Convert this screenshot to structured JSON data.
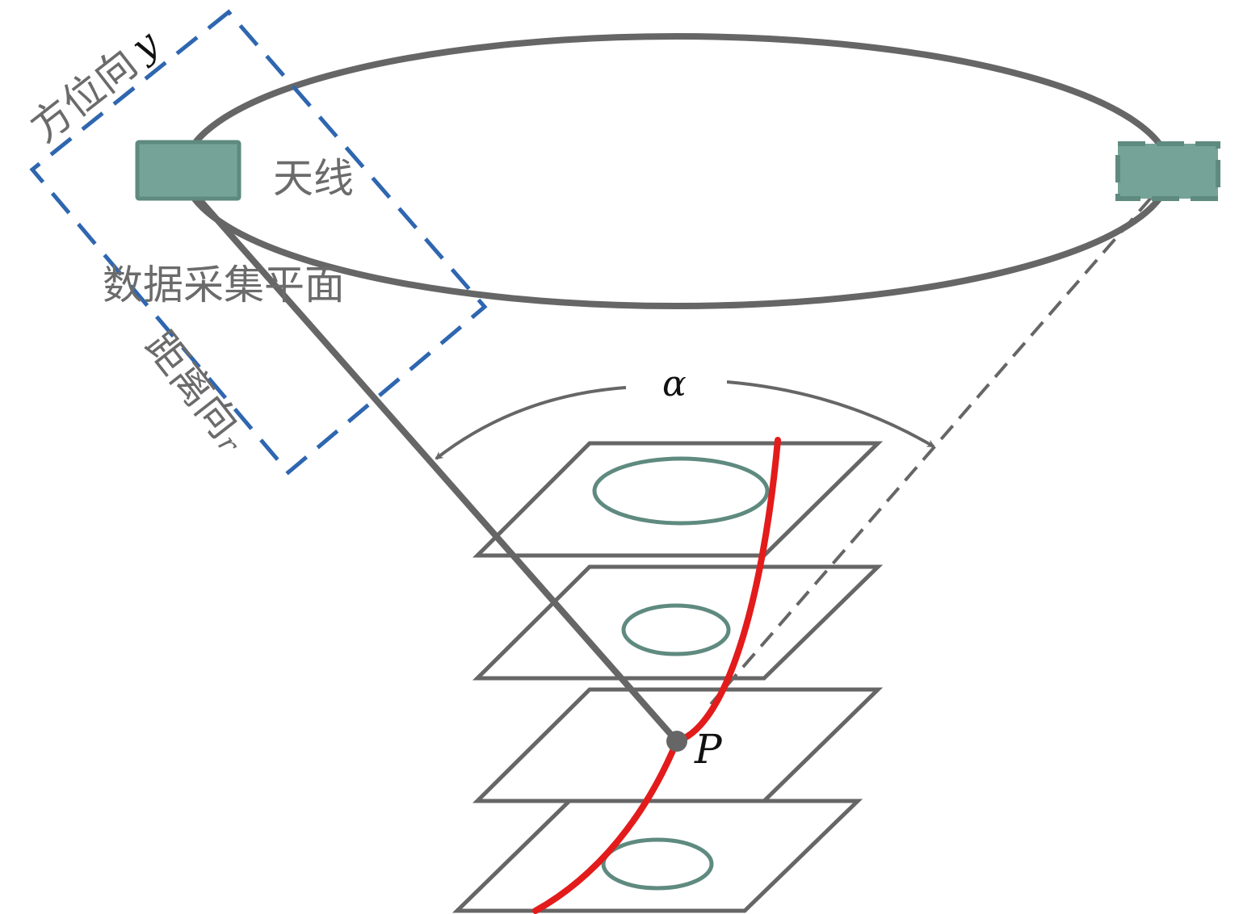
{
  "labels": {
    "antenna": "天线",
    "acquisition_plane": "数据采集平面",
    "azimuth_direction": "方位向",
    "azimuth_symbol": "y",
    "range_direction": "距离向",
    "range_symbol": "r",
    "angle_symbol": "α",
    "point_symbol": "P"
  },
  "colors": {
    "orbit": "#666666",
    "antenna_fill": "#76a397",
    "antenna_stroke": "#5f8a7f",
    "plane_box": "#2e66b0",
    "trajectory": "#e31b1b",
    "slice_ellipse": "#5f8a7f"
  }
}
